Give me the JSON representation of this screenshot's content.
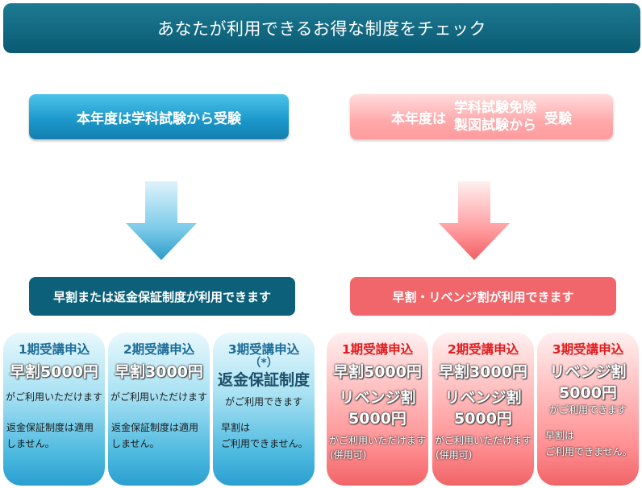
{
  "header": {
    "title": "あなたが利用できるお得な制度をチェック"
  },
  "routes": {
    "blue": {
      "label": "本年度は学科試験から受験"
    },
    "pink": {
      "lead": "本年度は",
      "line1": "学科試験免除",
      "line2": "製図試験から",
      "tail": "受験"
    }
  },
  "info": {
    "blue": "早割または返金保証制度が利用できます",
    "pink": "早割・リベンジ割が利用できます"
  },
  "cards": [
    {
      "period": "1期受講申込",
      "main": "早割5000円",
      "sub": "がご利用いただけます",
      "note1": "返金保証制度は適用",
      "note2": "しません。"
    },
    {
      "period": "2期受講申込",
      "main": "早割3000円",
      "sub": "がご利用いただけます",
      "note1": "返金保証制度は適用",
      "note2": "しません。"
    },
    {
      "period": "3期受講申込",
      "star": "（*）",
      "main": "返金保証制度",
      "sub": "がご利用できます",
      "note1": "早割は",
      "note2": "ご利用できません。"
    },
    {
      "period": "1期受講申込",
      "main": "早割5000円",
      "main2": "リベンジ割",
      "main3": "5000円",
      "sub": "がご利用いただけます",
      "note": "(併用可)"
    },
    {
      "period": "2期受講申込",
      "main": "早割3000円",
      "main2": "リベンジ割",
      "main3": "5000円",
      "sub": "がご利用いただけます",
      "note": "(併用可)"
    },
    {
      "period": "3期受講申込",
      "main": "リベンジ割",
      "main2": "5000円",
      "sub": "がご利用できます",
      "note1": "早割は",
      "note2": "ご利用できません。"
    }
  ],
  "colors": {
    "title_bg": "#0a5a73",
    "blue_accent": "#1b96c9",
    "pink_accent": "#f0666a",
    "info_blue": "#0d607a",
    "period_red": "#e21d1f",
    "period_blue": "#1d6d9a"
  },
  "icons": {
    "arrow_left": "arrow-down-icon",
    "arrow_right": "arrow-down-icon"
  }
}
